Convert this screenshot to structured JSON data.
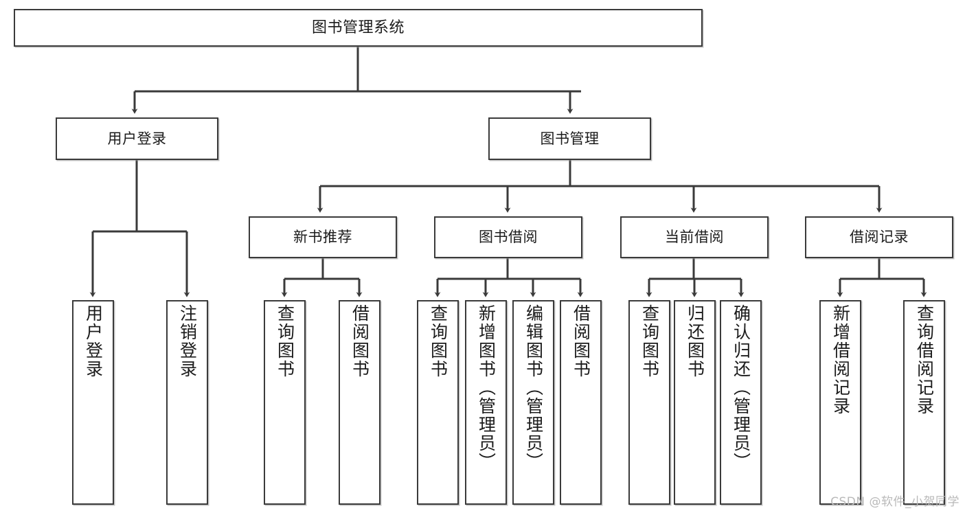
{
  "diagram": {
    "title": "图书管理系统",
    "root": {
      "label": "图书管理系统"
    },
    "level2": [
      {
        "label": "用户登录"
      },
      {
        "label": "图书管理"
      }
    ],
    "level3": [
      {
        "label": "新书推荐"
      },
      {
        "label": "图书借阅"
      },
      {
        "label": "当前借阅"
      },
      {
        "label": "借阅记录"
      }
    ],
    "leaves": {
      "user_login": [
        {
          "label": "用户登录"
        },
        {
          "label": "注销登录"
        }
      ],
      "new_book": [
        {
          "label": "查询图书"
        },
        {
          "label": "借阅图书"
        }
      ],
      "book_borrow": [
        {
          "label": "查询图书"
        },
        {
          "label": "新增图书（管理员）"
        },
        {
          "label": "编辑图书（管理员）"
        },
        {
          "label": "借阅图书"
        }
      ],
      "current_borrow": [
        {
          "label": "查询图书"
        },
        {
          "label": "归还图书"
        },
        {
          "label": "确认归还（管理员）"
        }
      ],
      "borrow_record": [
        {
          "label": "新增借阅记录"
        },
        {
          "label": "查询借阅记录"
        }
      ]
    }
  },
  "watermark": {
    "text": "CSDN @软件_小贺同学"
  },
  "colors": {
    "border": "#3a3a3a",
    "text": "#1b1b1b",
    "background": "#ffffff",
    "watermark": "#b9b9b9"
  }
}
